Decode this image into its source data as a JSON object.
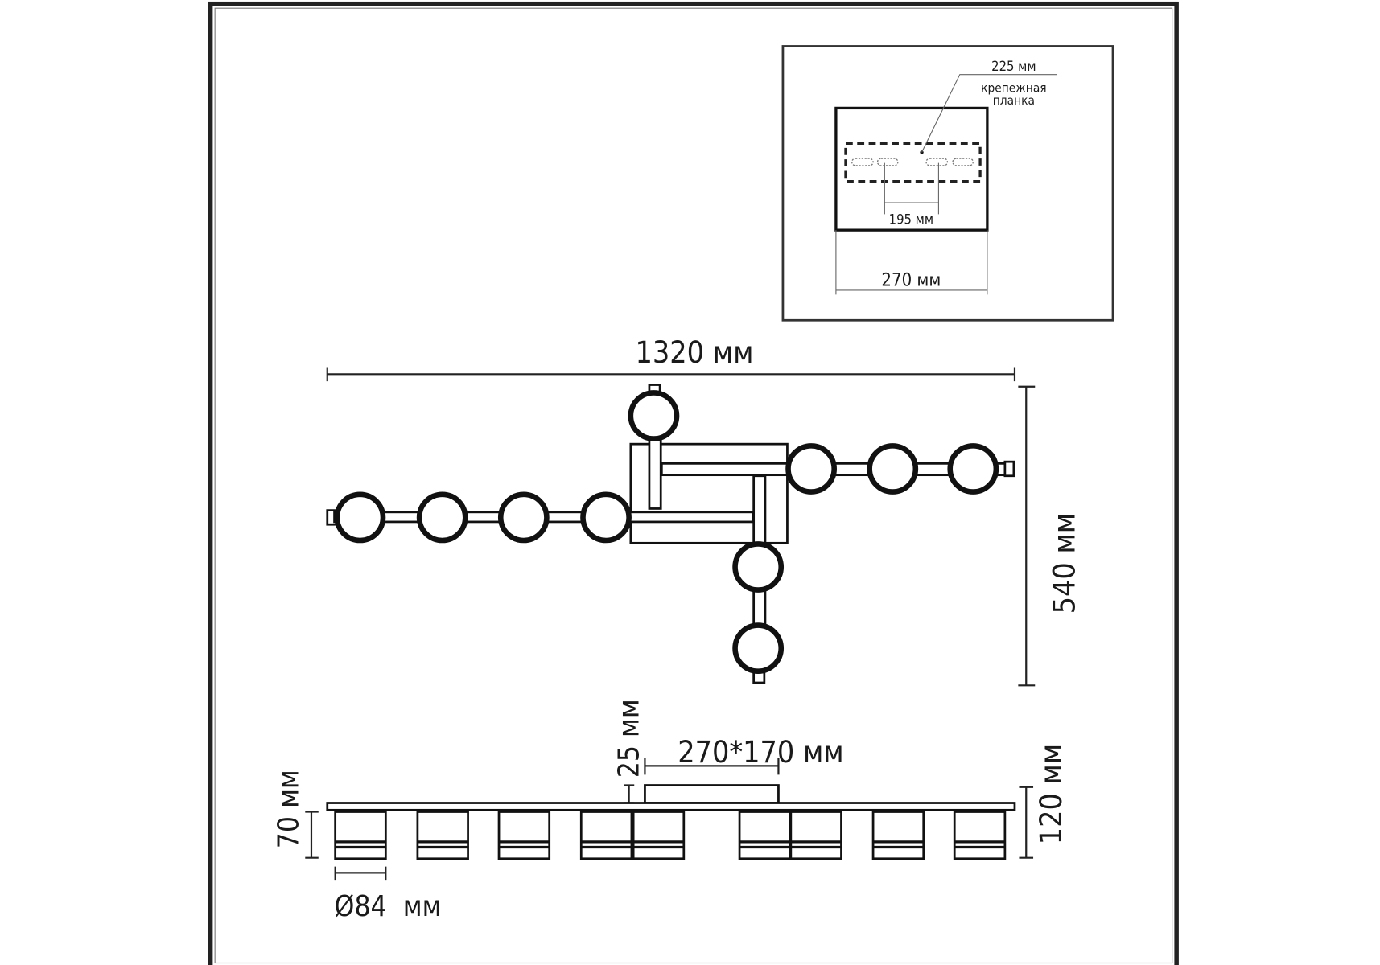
{
  "inset": {
    "plate_width": "225 мм",
    "plate_label_1": "крепежная",
    "plate_label_2": "планка",
    "hole_spacing": "195 мм",
    "base_width": "270 мм"
  },
  "top_view": {
    "total_width": "1320 мм",
    "total_depth": "540 мм"
  },
  "side_view": {
    "canopy_size": "270*170 мм",
    "canopy_height": "25 мм",
    "shade_height": "70 мм",
    "total_height": "120 мм",
    "shade_diameter": "Ø84  мм"
  }
}
